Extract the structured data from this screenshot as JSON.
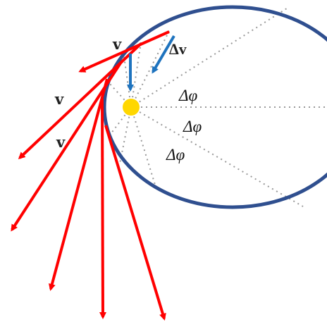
{
  "colors": {
    "orbit": "#2F4F8F",
    "velocity": "#FF0000",
    "delta_v": "#1E73BE",
    "sun": "#FFD700",
    "radial": "#999999"
  },
  "labels": {
    "v_top": "v",
    "v_mid": "v",
    "v_low": "v",
    "delta_v": "Δv",
    "dphi_1": "Δφ",
    "dphi_2": "Δφ",
    "dphi_3": "Δφ"
  },
  "icons": {
    "sun": "sun-icon"
  }
}
